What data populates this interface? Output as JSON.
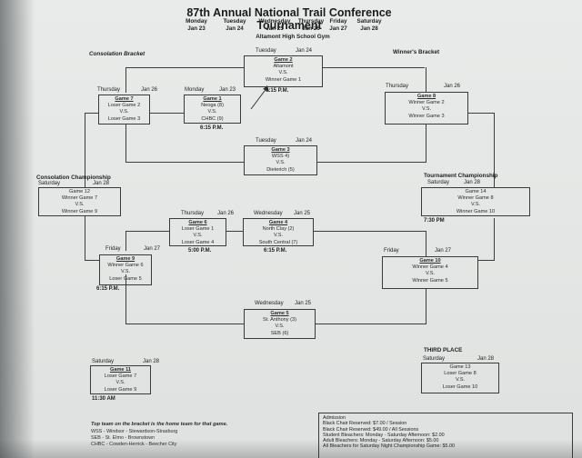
{
  "title": "87th Annual National Trail Conference Tournament",
  "schedule_days": [
    {
      "day": "Monday",
      "date": "Jan 23"
    },
    {
      "day": "Tuesday",
      "date": "Jan 24"
    },
    {
      "day": "Wednesday",
      "date": "Jan 25"
    },
    {
      "day": "Thursday",
      "date": "Jan 26"
    },
    {
      "day": "Friday",
      "date": "Jan 27"
    },
    {
      "day": "Saturday",
      "date": "Jan 28"
    }
  ],
  "venue": "Altamont High School Gym",
  "section_labels": {
    "consolation_bracket": "Consolation Bracket",
    "winners_bracket": "Winner's Bracket",
    "consolation_championship": "Consolation Championship",
    "tournament_championship": "Tournament Championship",
    "third_place": "THIRD PLACE"
  },
  "games": {
    "g2": {
      "day": "Tuesday",
      "date": "Jan 24",
      "name": "Game 2",
      "l1": "Altamont",
      "vs": "V.S.",
      "l2": "Winner Game 1",
      "time": "6:15 P.M."
    },
    "g1": {
      "day": "Monday",
      "date": "Jan 23",
      "name": "Game 1",
      "l1": "Neoga (8)",
      "vs": "V.S.",
      "l2": "CHBC (9)",
      "time": "6:15 P.M."
    },
    "g7": {
      "day": "Thursday",
      "date": "Jan 26",
      "name": "Game 7",
      "l1": "Loser Game 2",
      "vs": "V.S.",
      "l2": "Loser Game 3"
    },
    "g8": {
      "day": "Thursday",
      "date": "Jan 26",
      "name": "Game 8",
      "l1": "Winner Game 2",
      "vs": "V.S.",
      "l2": "Winner Game 3"
    },
    "g3": {
      "day": "Tuesday",
      "date": "Jan 24",
      "name": "Game 3",
      "l1": "WSS 4)",
      "vs": "V.S.",
      "l2": "Dieterich (5)"
    },
    "g12": {
      "day": "Saturday",
      "date": "Jan 28",
      "name": "Game 12",
      "l1": "Winner Game 7",
      "vs": "V.S.",
      "l2": "Winner Game 9"
    },
    "g14": {
      "day": "Saturday",
      "date": "Jan 28",
      "name": "Game 14",
      "l1": "Winner Game 8",
      "vs": "V.S.",
      "l2": "Winner Game 10",
      "time": "7:30 PM"
    },
    "g6": {
      "day": "Thursday",
      "date": "Jan 26",
      "name": "Game 6",
      "l1": "Loser Game 1",
      "vs": "V.S.",
      "l2": "Loser Game 4",
      "time": "5:00 P.M."
    },
    "g4": {
      "day": "Wednesday",
      "date": "Jan 25",
      "name": "Game 4",
      "l1": "North Clay (2)",
      "vs": "V.S.",
      "l2": "South Central (7)",
      "time": "6:15 P.M."
    },
    "g9": {
      "day": "Friday",
      "date": "Jan 27",
      "name": "Game 9",
      "l1": "Winner Game 6",
      "vs": "V.S.",
      "l2": "Loser Game 5",
      "time": "6:15 P.M."
    },
    "g10": {
      "day": "Friday",
      "date": "Jan 27",
      "name": "Game 10",
      "l1": "Winner Game 4",
      "vs": "V.S.",
      "l2": "Winner Game 5"
    },
    "g5": {
      "day": "Wednesday",
      "date": "Jan 25",
      "name": "Game 5",
      "l1": "St. Anthony (3)",
      "vs": "V.S.",
      "l2": "SEB (6)"
    },
    "g11": {
      "day": "Saturday",
      "date": "Jan 28",
      "name": "Game 11",
      "l1": "Loser Game 7",
      "vs": "V.S.",
      "l2": "Loser Game 9",
      "time": "11:30 AM"
    },
    "g13": {
      "day": "Saturday",
      "date": "Jan 28",
      "name": "Game 13",
      "l1": "Loser Game 8",
      "vs": "V.S.",
      "l2": "Loser Game 10"
    }
  },
  "footnote": {
    "main": "Top team on the bracket is the home team for that game.",
    "abbr1": "WSS - Windsor - Stewardson-Strasburg",
    "abbr2": "SEB - St. Elmo - Brownstown",
    "abbr3": "CHBC - Cowden-Herrick - Beecher City"
  },
  "admission": {
    "heading": "Admission",
    "rows": [
      "Black Chair Reserved: $7.00 / Session",
      "Black Chair Reserved: $49.00 / All Sessions",
      "Student Bleachers: Monday - Saturday Afternoon: $2.00",
      "Adult Bleachers: Monday - Saturday Afternoon: $5.00",
      "All Bleachers for Saturday Night Championship Game: $5.00"
    ]
  }
}
